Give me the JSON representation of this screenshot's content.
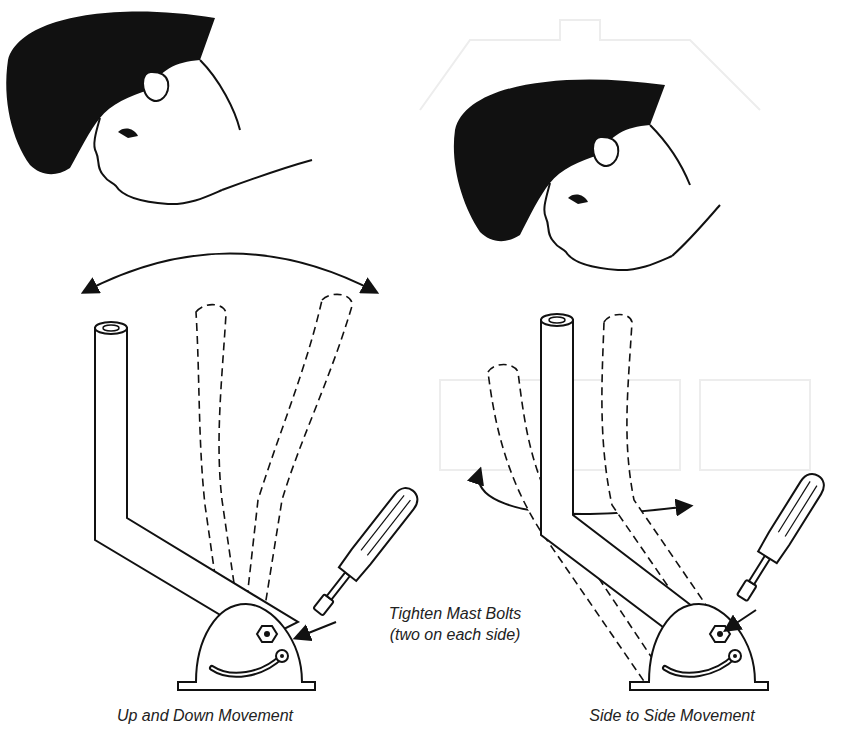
{
  "diagram": {
    "labels": [
      "Tighten Mast Bolts (two on each side)",
      "Up and Down Movement",
      "Side to Side Movement"
    ]
  }
}
